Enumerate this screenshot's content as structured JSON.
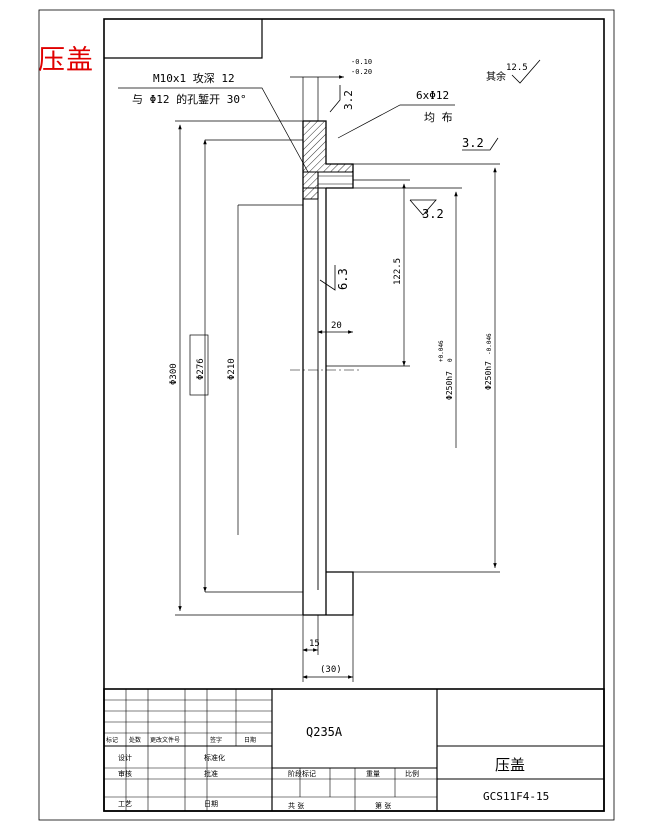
{
  "title_overlay": "压盖",
  "annotations": {
    "thread_note_line1": "M10x1 攻深 12",
    "thread_note_line2": "与 Φ12 的孔錾开 30°",
    "holes_note_line1": "6xΦ12",
    "holes_note_line2": "均 布",
    "tol_top": "-0.10",
    "tol_bottom": "-0.20",
    "rough_other_label": "其余",
    "rough_other_value": "12.5",
    "rough_top": "3.2",
    "rough_right": "3.2",
    "rough_mid": "3.2",
    "rough_face": "6.3"
  },
  "dimensions": {
    "d_outer": "Φ300",
    "d_bolt_circle": "Φ276",
    "d_step": "Φ210",
    "d_bore": "122.5",
    "d_fit_1": "Φ250h7",
    "d_fit_1_tol": "+0.046",
    "d_fit_1_tol2": "0",
    "d_fit_2": "Φ250h7",
    "d_fit_2_tol": "-0.046",
    "w_boss": "20",
    "w_flange": "15",
    "w_total": "(30)"
  },
  "title_block": {
    "material": "Q235A",
    "part_name": "压盖",
    "drawing_number": "GCS11F4-15",
    "labels": {
      "mark": "标记",
      "count": "处数",
      "change_doc": "更改文件号",
      "sign": "签字",
      "date": "日期",
      "design": "设计",
      "standardize": "标准化",
      "check": "审核",
      "process_check": "工艺",
      "craft": "工艺",
      "approve": "批准",
      "stage_mark": "阶段标记",
      "weight": "重量",
      "scale": "比例",
      "total": "共 张",
      "sheet": "第 张",
      "date2": "日期"
    }
  }
}
